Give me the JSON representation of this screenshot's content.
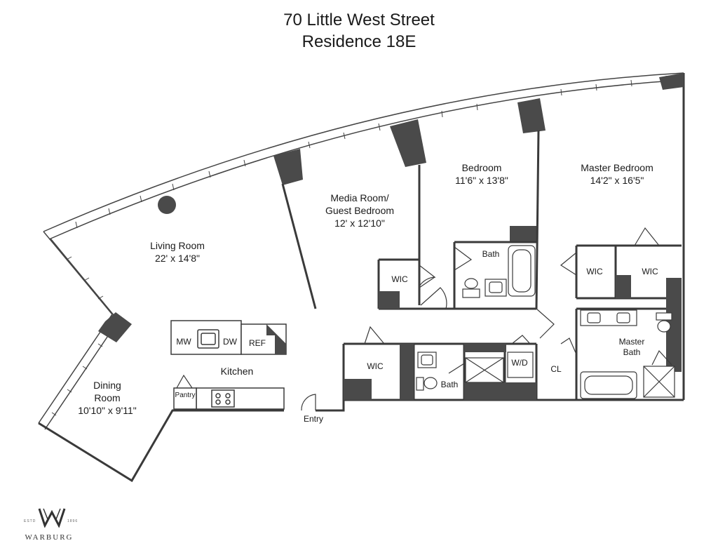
{
  "title": {
    "line1": "70 Little West Street",
    "line2": "Residence 18E"
  },
  "rooms": {
    "living": {
      "name": "Living Room",
      "dims": "22' x 14'8\""
    },
    "media": {
      "name1": "Media Room/",
      "name2": "Guest Bedroom",
      "dims": "12' x 12'10\""
    },
    "bedroom": {
      "name": "Bedroom",
      "dims": "11'6\" x 13'8\""
    },
    "master": {
      "name": "Master Bedroom",
      "dims": "14'2\" x 16'5\""
    },
    "dining": {
      "name1": "Dining",
      "name2": "Room",
      "dims": "10'10\" x 9'11\""
    },
    "kitchen": {
      "name": "Kitchen"
    },
    "master_bath": {
      "name1": "Master",
      "name2": "Bath"
    }
  },
  "labels": {
    "bath": "Bath",
    "bath2": "Bath",
    "wic_media": "WIC",
    "wic_master1": "WIC",
    "wic_master2": "WIC",
    "wic_entry": "WIC",
    "mw": "MW",
    "dw": "DW",
    "ref": "REF",
    "pantry": "Pantry",
    "wd": "W/D",
    "cl": "CL",
    "entry": "Entry"
  },
  "logo": {
    "name": "WARBURG",
    "est_left": "ESTD",
    "est_right": "1896"
  }
}
